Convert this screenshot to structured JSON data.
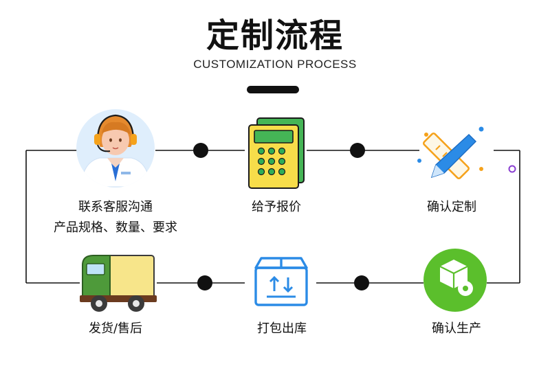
{
  "header": {
    "title": "定制流程",
    "subtitle": "CUSTOMIZATION PROCESS"
  },
  "steps": [
    {
      "label_line1": "联系客服沟通",
      "label_line2": "产品规格、数量、要求",
      "icon": "customer-service-agent-icon"
    },
    {
      "label": "给予报价",
      "icon": "calculator-icon"
    },
    {
      "label": "确认定制",
      "icon": "pencil-ruler-icon"
    },
    {
      "label": "确认生产",
      "icon": "production-boxes-gear-icon"
    },
    {
      "label": "打包出库",
      "icon": "package-box-icon"
    },
    {
      "label": "发货/售后",
      "icon": "delivery-truck-icon"
    }
  ],
  "colors": {
    "line": "#111111",
    "accent_blue": "#2b8be6",
    "accent_green": "#5bbf2c",
    "accent_yellow": "#f7dd4a",
    "accent_orange": "#f5a21b",
    "accent_purple": "#8a3fd1"
  }
}
